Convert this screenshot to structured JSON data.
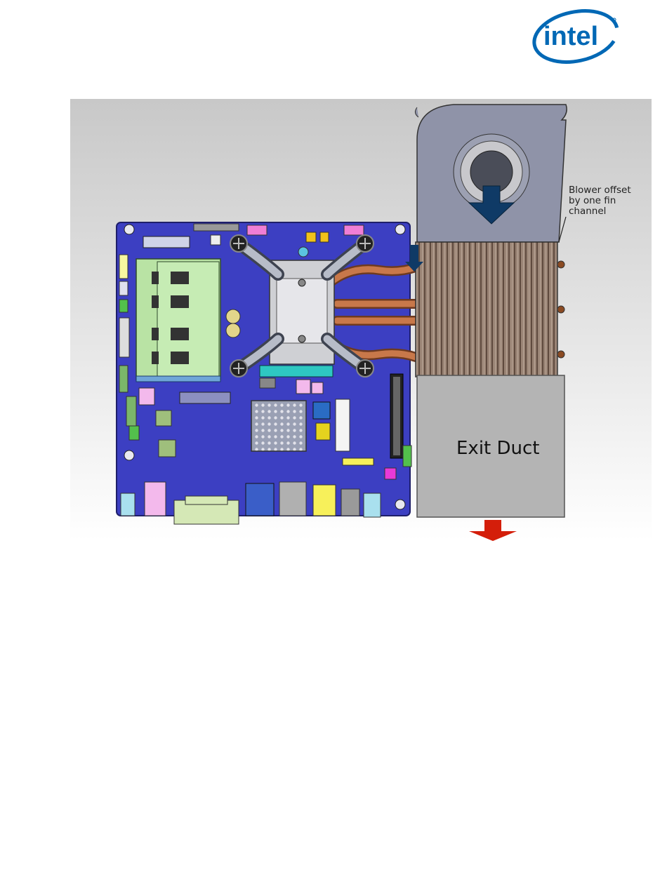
{
  "logo": {
    "brand": "intel",
    "color": "#0068b5"
  },
  "diagram": {
    "callout_lines": [
      "Blower offset",
      "by one fin",
      "channel"
    ],
    "exit_duct_label": "Exit Duct",
    "colors": {
      "board": "#3c3fc2",
      "dimm": "#b9e3a4",
      "heatpipe": "#b8683c",
      "fins": "#8a7264",
      "blower": "#8f93a8",
      "duct": "#b4b4b4",
      "intake_arrow": "#0f3a66",
      "exit_arrow": "#d41e0a"
    }
  }
}
